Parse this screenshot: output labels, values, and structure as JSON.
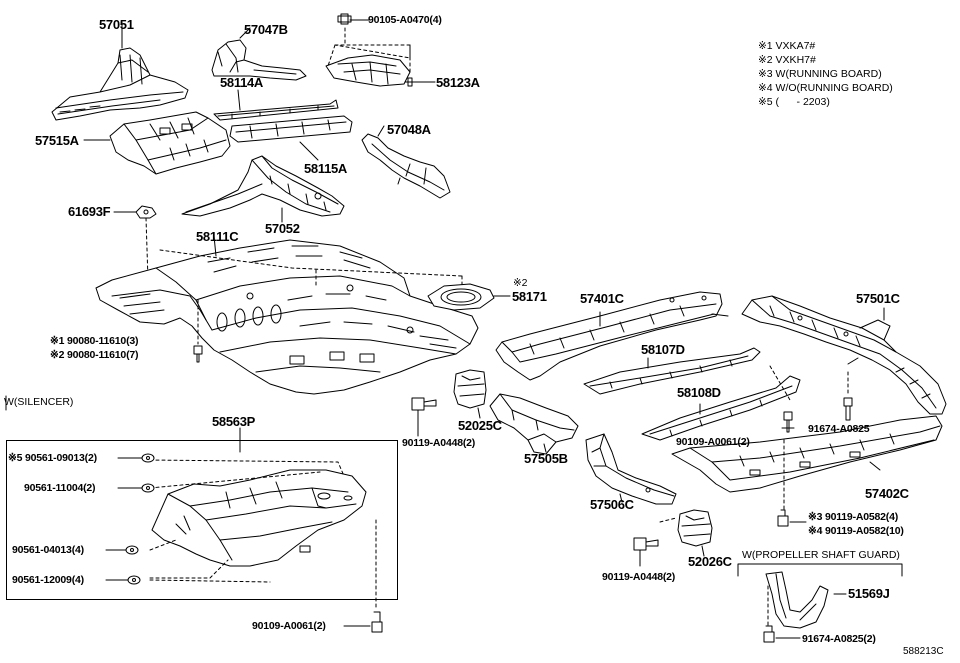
{
  "parts": {
    "p57051": "57051",
    "p57047B": "57047B",
    "p90105": "90105-A0470(4)",
    "p58123A": "58123A",
    "p58114A": "58114A",
    "p57515A": "57515A",
    "p57048A": "57048A",
    "p58115A": "58115A",
    "p61693F": "61693F",
    "p57052": "57052",
    "p58111C": "58111C",
    "p58171_mark": "※2",
    "p58171": "58171",
    "p57401C": "57401C",
    "p57501C": "57501C",
    "p90080a": "※1 90080-11610(3)",
    "p90080b": "※2 90080-11610(7)",
    "p58107D": "58107D",
    "p58108D": "58108D",
    "p52025C": "52025C",
    "p90119a": "90119-A0448(2)",
    "p57505B": "57505B",
    "p90109b": "90109-A0061(2)",
    "p91674a": "91674-A0825",
    "p57402C": "57402C",
    "p57506C": "57506C",
    "p90119c": "※3 90119-A0582(4)",
    "p90119d": "※4 90119-A0582(10)",
    "p52026C": "52026C",
    "p90119b": "90119-A0448(2)",
    "p51569J": "51569J",
    "p91674b": "91674-A0825(2)",
    "p58563P": "58563P",
    "p90561a": "※5 90561-09013(2)",
    "p90561b": "90561-11004(2)",
    "p90561c": "90561-04013(4)",
    "p90561d": "90561-12009(4)",
    "p90109a": "90109-A0061(2)"
  },
  "headers": {
    "silencer": "W(SILENCER)",
    "propeller": "W(PROPELLER SHAFT GUARD)"
  },
  "legend": [
    "※1 VXKA7#",
    "※2 VXKH7#",
    "※3 W(RUNNING BOARD)",
    "※4 W/O(RUNNING BOARD)",
    "※5 (      - 2203)"
  ],
  "diagram_id": "588213C"
}
